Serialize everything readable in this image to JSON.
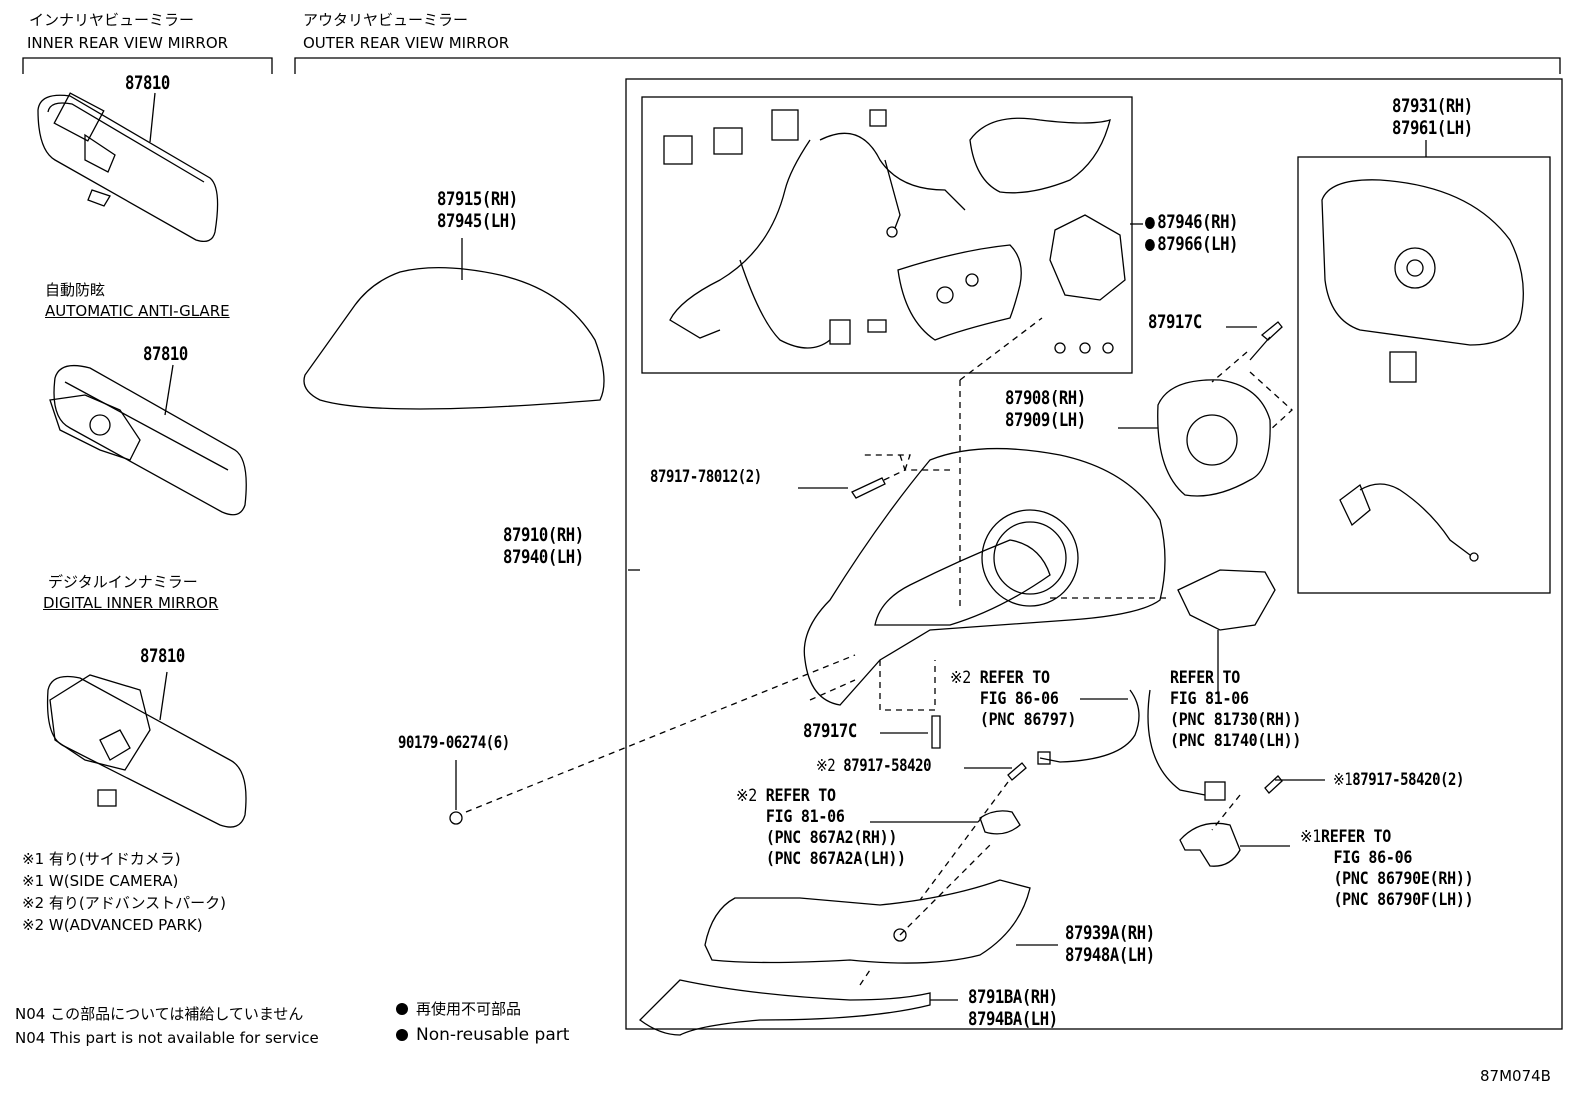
{
  "sections": {
    "inner_jp": "インナリヤビューミラー",
    "inner_en": "INNER REAR VIEW MIRROR",
    "outer_jp": "アウタリヤビューミラー",
    "outer_en": "OUTER REAR VIEW MIRROR"
  },
  "inner_variants": [
    {
      "jp": "",
      "en": "",
      "part": "87810"
    },
    {
      "jp": "自動防眩",
      "en": "AUTOMATIC ANTI-GLARE",
      "part": "87810"
    },
    {
      "jp": "デジタルインナミラー",
      "en": "DIGITAL INNER MIRROR",
      "part": "87810"
    }
  ],
  "parts": {
    "p87915": "87915(RH)",
    "p87945": "87945(LH)",
    "p87910": "87910(RH)",
    "p87940": "87940(LH)",
    "p87917_78012": "87917-78012(2)",
    "p90179": "90179-06274(6)",
    "p87946": "87946(RH)",
    "p87966": "87966(LH)",
    "p87917C_a": "87917C",
    "p87917C_b": "87917C",
    "p87908": "87908(RH)",
    "p87909": "87909(LH)",
    "p87931": "87931(RH)",
    "p87961": "87961(LH)",
    "p87917_58420a": "87917-58420",
    "p87917_58420b": "87917-58420(2)",
    "p87939A": "87939A(RH)",
    "p87948A": "87948A(LH)",
    "p8791BA": "8791BA(RH)",
    "p8794BA": "8794BA(LH)"
  },
  "marks": {
    "m2": "※2",
    "m1": "※1"
  },
  "refs": {
    "r1": [
      "REFER TO",
      "FIG 86-06",
      "(PNC 86797)"
    ],
    "r2": [
      "REFER TO",
      "FIG 81-06",
      "(PNC 81730(RH))",
      "(PNC 81740(LH))"
    ],
    "r3": [
      "REFER TO",
      "FIG 81-06",
      "(PNC 867A2(RH))",
      "(PNC 867A2A(LH))"
    ],
    "r4": [
      "REFER TO",
      "FIG 86-06",
      "(PNC 86790E(RH))",
      "(PNC 86790F(LH))"
    ]
  },
  "notes": [
    "※1 有り(サイドカメラ)",
    "※1 W(SIDE CAMERA)",
    "※2 有り(アドバンストパーク)",
    "※2 W(ADVANCED PARK)"
  ],
  "footer": {
    "n04_jp": "N04 この部品については補給していません",
    "n04_en": "N04 This part is not available for service",
    "nonreuse_jp": "再使用不可部品",
    "nonreuse_en": "Non-reusable part"
  },
  "diagram_code": "87M074B"
}
